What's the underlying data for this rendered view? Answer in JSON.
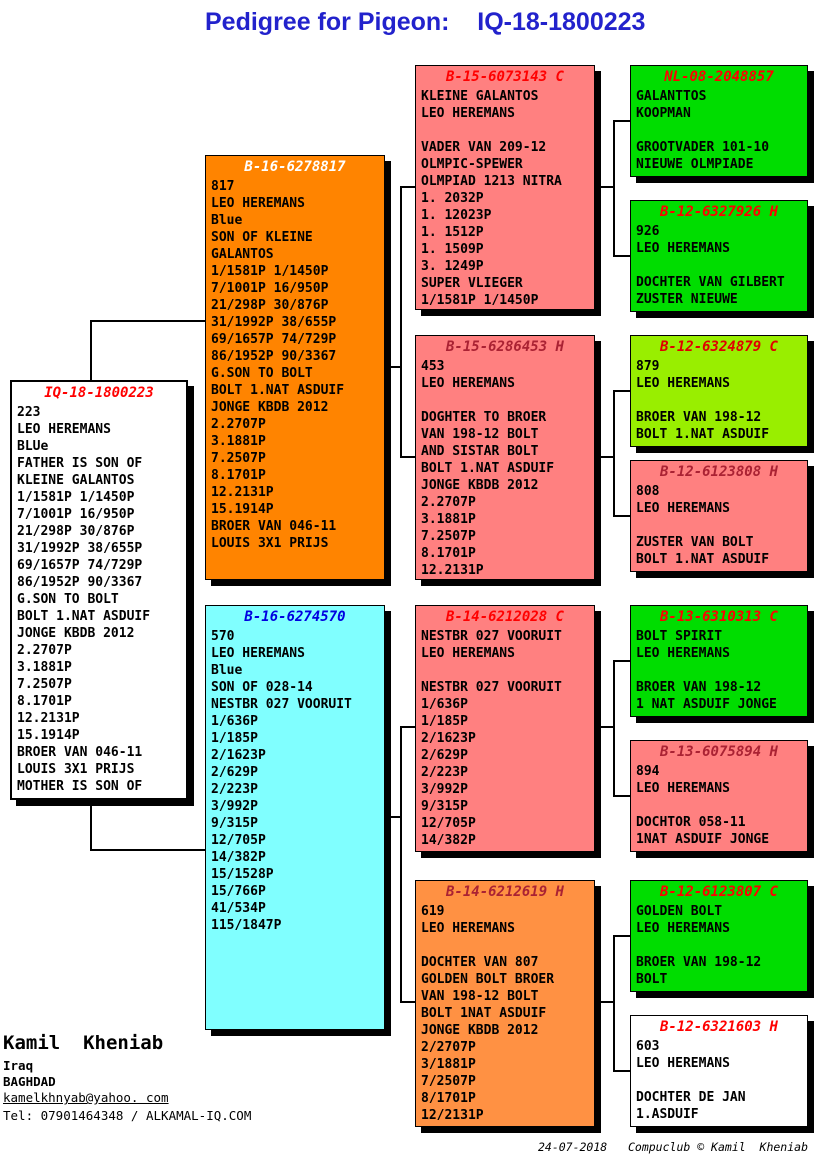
{
  "header": {
    "title": "Pedigree for Pigeon:    IQ-18-1800223"
  },
  "colors": {
    "header_blue": "#2222cc",
    "orange": "#ff8400",
    "light_orange": "#ff9143",
    "cyan": "#80ffff",
    "salmon": "#ff8080",
    "green": "#00dd00",
    "chartreuse": "#99ee00",
    "white": "#ffffff"
  },
  "boxes": {
    "subject": {
      "ring": "IQ-18-1800223",
      "bg": "#ffffff",
      "title_color": "#ff0000",
      "lines": [
        "223",
        "LEO HEREMANS",
        "BLUe",
        "FATHER IS SON OF",
        "KLEINE GALANTOS",
        "1/1581P 1/1450P",
        "7/1001P 16/950P",
        "21/298P 30/876P",
        "31/1992P 38/655P",
        "69/1657P 74/729P",
        "86/1952P 90/3367",
        "G.SON TO BOLT",
        "BOLT 1.NAT ASDUIF",
        "JONGE KBDB 2012",
        "2.2707P",
        "3.1881P",
        "7.2507P",
        "8.1701P",
        "12.2131P",
        "15.1914P",
        "BROER VAN 046-11",
        "LOUIS 3X1 PRIJS",
        "MOTHER IS SON OF"
      ]
    },
    "father": {
      "ring": "B-16-6278817",
      "bg": "#ff8400",
      "title_color": "#ffffff",
      "lines": [
        "817",
        "LEO HEREMANS",
        "Blue",
        "SON OF KLEINE",
        "GALANTOS",
        "1/1581P 1/1450P",
        "7/1001P 16/950P",
        "21/298P 30/876P",
        "31/1992P 38/655P",
        "69/1657P 74/729P",
        "86/1952P 90/3367",
        "G.SON TO BOLT",
        "BOLT 1.NAT ASDUIF",
        "JONGE KBDB 2012",
        "2.2707P",
        "3.1881P",
        "7.2507P",
        "8.1701P",
        "12.2131P",
        "15.1914P",
        "BROER VAN 046-11",
        "LOUIS 3X1 PRIJS"
      ]
    },
    "mother": {
      "ring": "B-16-6274570",
      "bg": "#80ffff",
      "title_color": "#0000e0",
      "lines": [
        "570",
        "LEO HEREMANS",
        "Blue",
        "SON OF 028-14",
        "NESTBR 027 VOORUIT",
        "1/636P",
        "1/185P",
        "2/1623P",
        "2/629P",
        "2/223P",
        "3/992P",
        "9/315P",
        "12/705P",
        "14/382P",
        "15/1528P",
        "15/766P",
        "41/534P",
        "115/1847P"
      ]
    },
    "ff": {
      "ring": "B-15-6073143 C",
      "bg": "#ff8080",
      "title_color": "#ff0000",
      "lines": [
        "KLEINE GALANTOS",
        "LEO HEREMANS",
        "",
        "VADER VAN 209-12",
        "OLMPIC-SPEWER",
        "OLMPIAD 1213 NITRA",
        "1. 2032P",
        "1. 12023P",
        "1. 1512P",
        "1. 1509P",
        "3. 1249P",
        "SUPER VLIEGER",
        "1/1581P 1/1450P"
      ]
    },
    "fm": {
      "ring": "B-15-6286453 H",
      "bg": "#ff8080",
      "title_color": "#aa2233",
      "lines": [
        "453",
        "LEO HEREMANS",
        "",
        "DOGHTER TO BROER",
        "VAN 198-12 BOLT",
        "AND SISTAR BOLT",
        "BOLT 1.NAT ASDUIF",
        "JONGE KBDB 2012",
        "2.2707P",
        "3.1881P",
        "7.2507P",
        "8.1701P",
        "12.2131P"
      ]
    },
    "mf": {
      "ring": "B-14-6212028 C",
      "bg": "#ff8080",
      "title_color": "#ff0000",
      "lines": [
        "NESTBR 027 VOORUIT",
        "LEO HEREMANS",
        "",
        "NESTBR 027 VOORUIT",
        "1/636P",
        "1/185P",
        "2/1623P",
        "2/629P",
        "2/223P",
        "3/992P",
        "9/315P",
        "12/705P",
        "14/382P"
      ]
    },
    "mm": {
      "ring": "B-14-6212619 H",
      "bg": "#ff9143",
      "title_color": "#aa2233",
      "lines": [
        "619",
        "LEO HEREMANS",
        "",
        "DOCHTER VAN 807",
        "GOLDEN BOLT BROER",
        "VAN 198-12 BOLT",
        "BOLT 1NAT ASDUIF",
        "JONGE KBDB 2012",
        "2/2707P",
        "3/1881P",
        "7/2507P",
        "8/1701P",
        "12/2131P"
      ]
    },
    "fff": {
      "ring": "NL-08-2048857",
      "bg": "#00dd00",
      "title_color": "#ff0000",
      "lines": [
        "GALANTTOS",
        "KOOPMAN",
        "",
        "GROOTVADER 101-10",
        "NIEUWE OLMPIADE"
      ]
    },
    "ffm": {
      "ring": "B-12-6327926 H",
      "bg": "#00dd00",
      "title_color": "#ff0000",
      "lines": [
        "926",
        "LEO HEREMANS",
        "",
        "DOCHTER VAN GILBERT",
        "ZUSTER NIEUWE"
      ]
    },
    "fmf": {
      "ring": "B-12-6324879 C",
      "bg": "#99ee00",
      "title_color": "#e00000",
      "lines": [
        "879",
        "LEO HEREMANS",
        "",
        "BROER VAN 198-12",
        "BOLT 1.NAT ASDUIF"
      ]
    },
    "fmm": {
      "ring": "B-12-6123808 H",
      "bg": "#ff8080",
      "title_color": "#aa2233",
      "lines": [
        "808",
        "LEO HEREMANS",
        "",
        "ZUSTER VAN BOLT",
        "BOLT 1.NAT ASDUIF"
      ]
    },
    "mff": {
      "ring": "B-13-6310313 C",
      "bg": "#00dd00",
      "title_color": "#ff0000",
      "lines": [
        "BOLT SPIRIT",
        "LEO HEREMANS",
        "",
        "BROER VAN 198-12",
        "1 NAT ASDUIF JONGE"
      ]
    },
    "mfm": {
      "ring": "B-13-6075894 H",
      "bg": "#ff8080",
      "title_color": "#aa2233",
      "lines": [
        "894",
        "LEO HEREMANS",
        "",
        "DOCHTOR 058-11",
        "1NAT ASDUIF JONGE"
      ]
    },
    "mmf": {
      "ring": "B-12-6123807 C",
      "bg": "#00dd00",
      "title_color": "#ff0000",
      "lines": [
        "GOLDEN BOLT",
        "LEO HEREMANS",
        "",
        "BROER VAN 198-12",
        "BOLT"
      ]
    },
    "mmm": {
      "ring": "B-12-6321603 H",
      "bg": "#ffffff",
      "title_color": "#ff0000",
      "lines": [
        "603",
        "LEO HEREMANS",
        "",
        "DOCHTER DE JAN",
        "1.ASDUIF"
      ]
    }
  },
  "footer": {
    "name": "Kamil  Kheniab",
    "country": "Iraq",
    "city": "BAGHDAD",
    "email": "kamelkhnyab@yahoo. com",
    "tel": "Tel: 07901464348 / ALKAMAL-IQ.COM",
    "credit": "24-07-2018   Compuclub © Kamil  Kheniab"
  }
}
